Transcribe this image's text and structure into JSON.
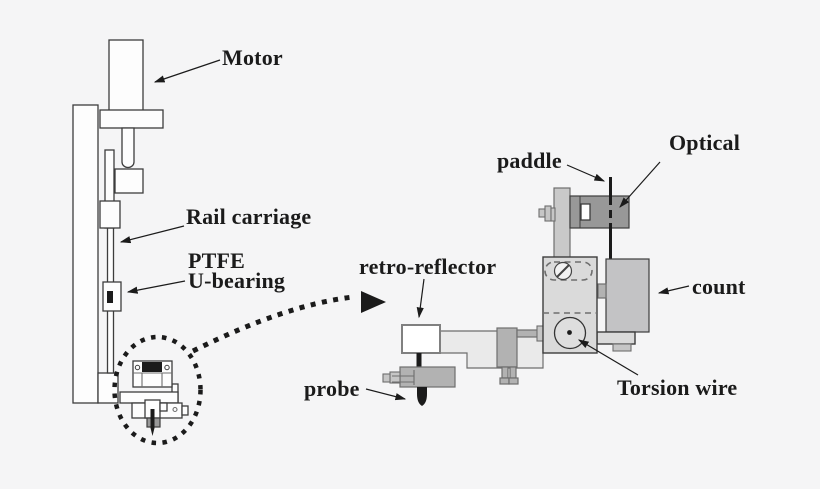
{
  "figure": {
    "kind": "technical-schematic-diagram",
    "subject": "Torsion-wire probe head on a motorized rail, with magnified detail view"
  },
  "labels": {
    "motor": "Motor",
    "rail_carriage": "Rail carriage",
    "ptfe_line1": "PTFE",
    "ptfe_line2": "U-bearing",
    "retro_reflector": "retro-reflector",
    "probe": "probe",
    "paddle": "paddle",
    "optical": "Optical",
    "count": "count",
    "torsion_wire": "Torsion wire"
  },
  "colors": {
    "background": "#f5f5f6",
    "ink": "#1b1b1b",
    "outline": "#3d3d3d",
    "outline_soft": "#6e6e6e",
    "white_part": "#fdfdfd",
    "light_gray": "#dadada",
    "medium_gray": "#b2b2b2",
    "dark_gray": "#989898",
    "counter_gray": "#c3c3c5",
    "column_gray": "#c9c9c9",
    "arm_gray": "#eaeaea",
    "fitting_gray": "#c6c6c6"
  }
}
